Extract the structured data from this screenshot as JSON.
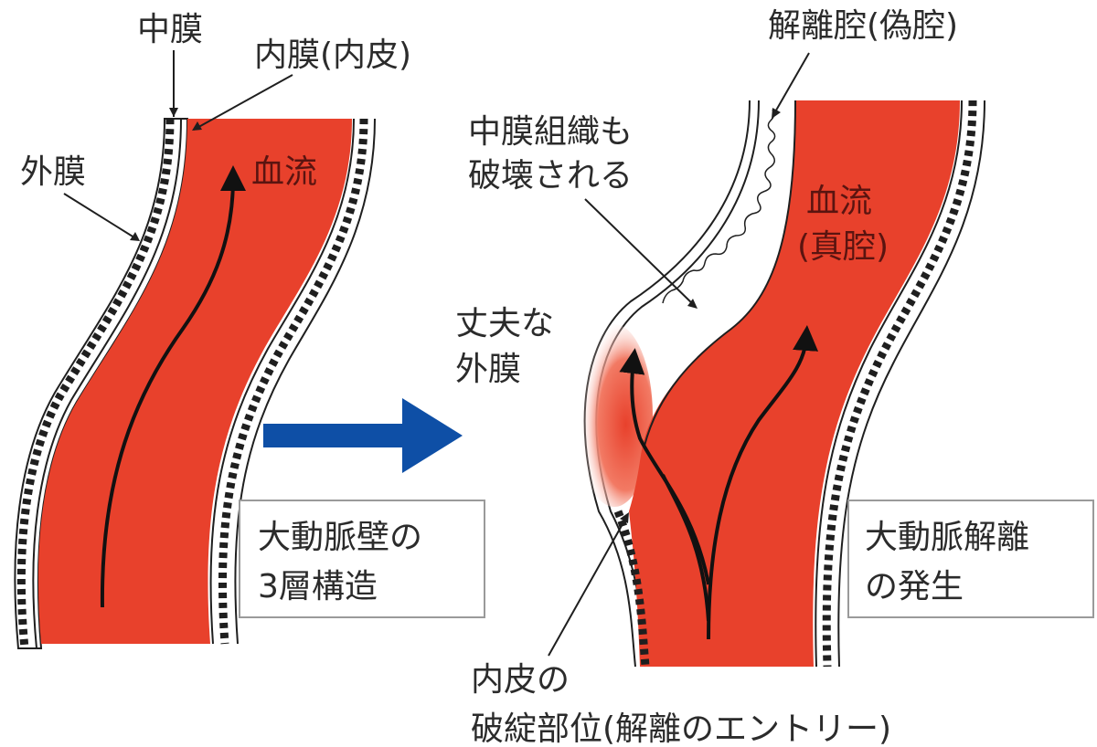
{
  "colors": {
    "blood": "#e8412c",
    "wall_ink": "#1f1f1f",
    "arrow_blue": "#0e4fa6",
    "box_border": "#9a9a9a",
    "text": "#2b2b2b"
  },
  "left_panel": {
    "label_media": "中膜",
    "label_intima": "内膜(内皮)",
    "label_adventitia": "外膜",
    "label_blood": "血流",
    "caption_line1": "大動脈壁の",
    "caption_line2": "3層構造"
  },
  "right_panel": {
    "label_false_lumen": "解離腔(偽腔)",
    "label_media_destroyed_line1": "中膜組織も",
    "label_media_destroyed_line2": "破壊される",
    "label_blood_line1": "血流",
    "label_blood_line2": "(真腔)",
    "label_strong_line1": "丈夫な",
    "label_strong_line2": "外膜",
    "caption_line1": "大動脈解離",
    "caption_line2": "の発生",
    "label_entry_line1": "内皮の",
    "label_entry_line2": "破綻部位(解離のエントリー)"
  },
  "icons": {
    "transition_arrow": "right-arrow-icon"
  }
}
